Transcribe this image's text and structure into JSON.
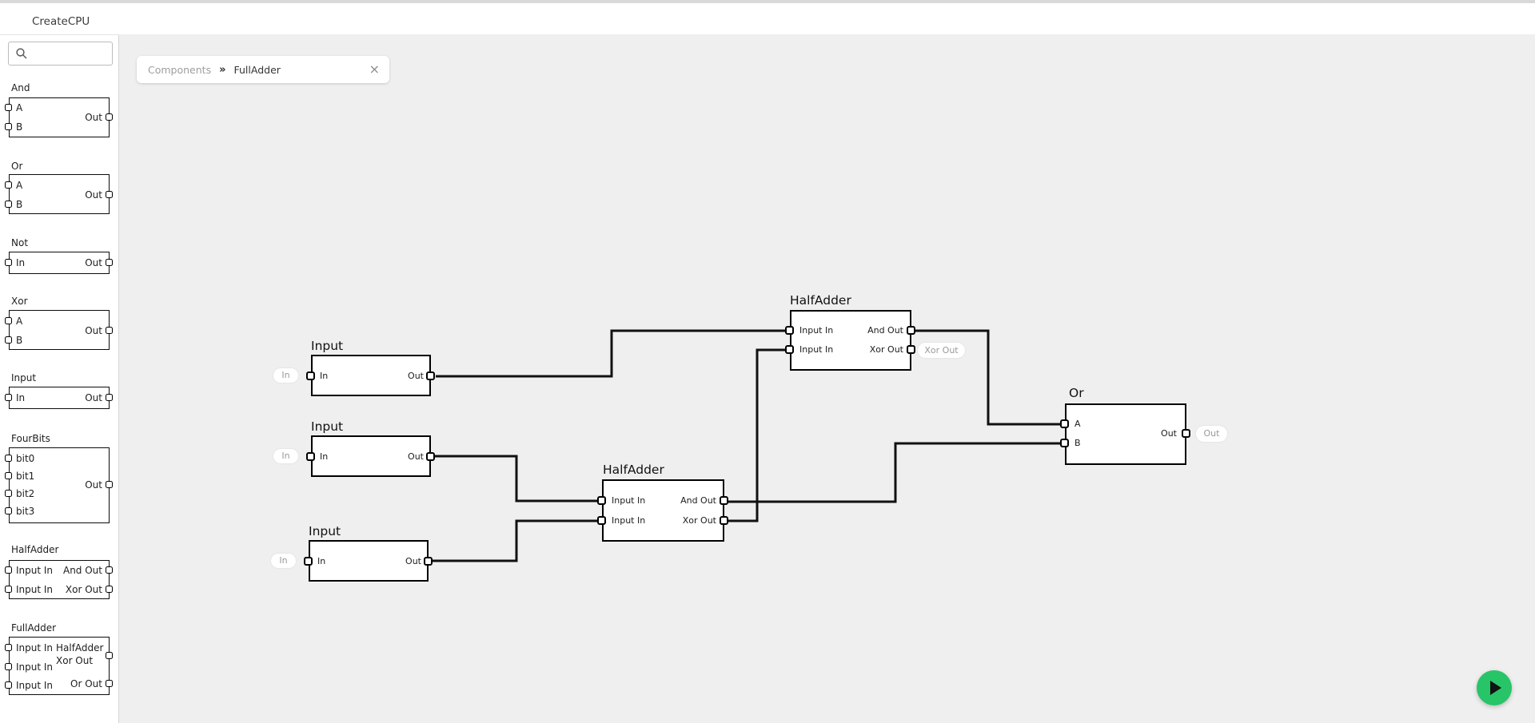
{
  "header": {
    "title": "CreateCPU"
  },
  "colors": {
    "canvas_bg": "#efefef",
    "sidebar_bg": "#ffffff",
    "wire": "#111111",
    "node_border": "#000000",
    "play_green": "#28c468",
    "badge_text": "#999999",
    "tab_inactive_text": "#9e9e9e"
  },
  "icons": {
    "search": "magnifier-icon",
    "tab_separator": "chevron-double-right",
    "tab_close": "close-x",
    "play": "play-triangle"
  },
  "sidebar": {
    "search": {
      "value": ""
    },
    "items": [
      {
        "label": "And",
        "left_ports": [
          "A",
          "B"
        ],
        "right_ports": [
          "Out"
        ]
      },
      {
        "label": "Or",
        "left_ports": [
          "A",
          "B"
        ],
        "right_ports": [
          "Out"
        ]
      },
      {
        "label": "Not",
        "left_ports": [
          "In"
        ],
        "right_ports": [
          "Out"
        ]
      },
      {
        "label": "Xor",
        "left_ports": [
          "A",
          "B"
        ],
        "right_ports": [
          "Out"
        ]
      },
      {
        "label": "Input",
        "left_ports": [
          "In"
        ],
        "right_ports": [
          "Out"
        ]
      },
      {
        "label": "FourBits",
        "left_ports": [
          "bit0",
          "bit1",
          "bit2",
          "bit3"
        ],
        "right_ports": [
          "Out"
        ]
      },
      {
        "label": "HalfAdder",
        "left_ports": [
          "Input In",
          "Input In"
        ],
        "right_ports": [
          "And Out",
          "Xor Out"
        ]
      },
      {
        "label": "FullAdder",
        "left_ports": [
          "Input In",
          "Input In",
          "Input In"
        ],
        "right_ports": [
          "HalfAdder Xor Out",
          "Or Out"
        ]
      }
    ]
  },
  "tab": {
    "parent": "Components",
    "separator": "»",
    "title": "FullAdder",
    "close": "×"
  },
  "canvas": {
    "nodes": [
      {
        "title": "Input",
        "badge": "In",
        "left_ports": [
          "In"
        ],
        "right_ports": [
          "Out"
        ]
      },
      {
        "title": "Input",
        "badge": "In",
        "left_ports": [
          "In"
        ],
        "right_ports": [
          "Out"
        ]
      },
      {
        "title": "Input",
        "badge": "In",
        "left_ports": [
          "In"
        ],
        "right_ports": [
          "Out"
        ]
      },
      {
        "title": "HalfAdder",
        "badge": "Xor Out",
        "left_ports": [
          "Input In",
          "Input In"
        ],
        "right_ports": [
          "And Out",
          "Xor Out"
        ]
      },
      {
        "title": "HalfAdder",
        "left_ports": [
          "Input In",
          "Input In"
        ],
        "right_ports": [
          "And Out",
          "Xor Out"
        ]
      },
      {
        "title": "Or",
        "badge": "Out",
        "left_ports": [
          "A",
          "B"
        ],
        "right_ports": [
          "Out"
        ]
      }
    ],
    "wire_count": 6
  }
}
